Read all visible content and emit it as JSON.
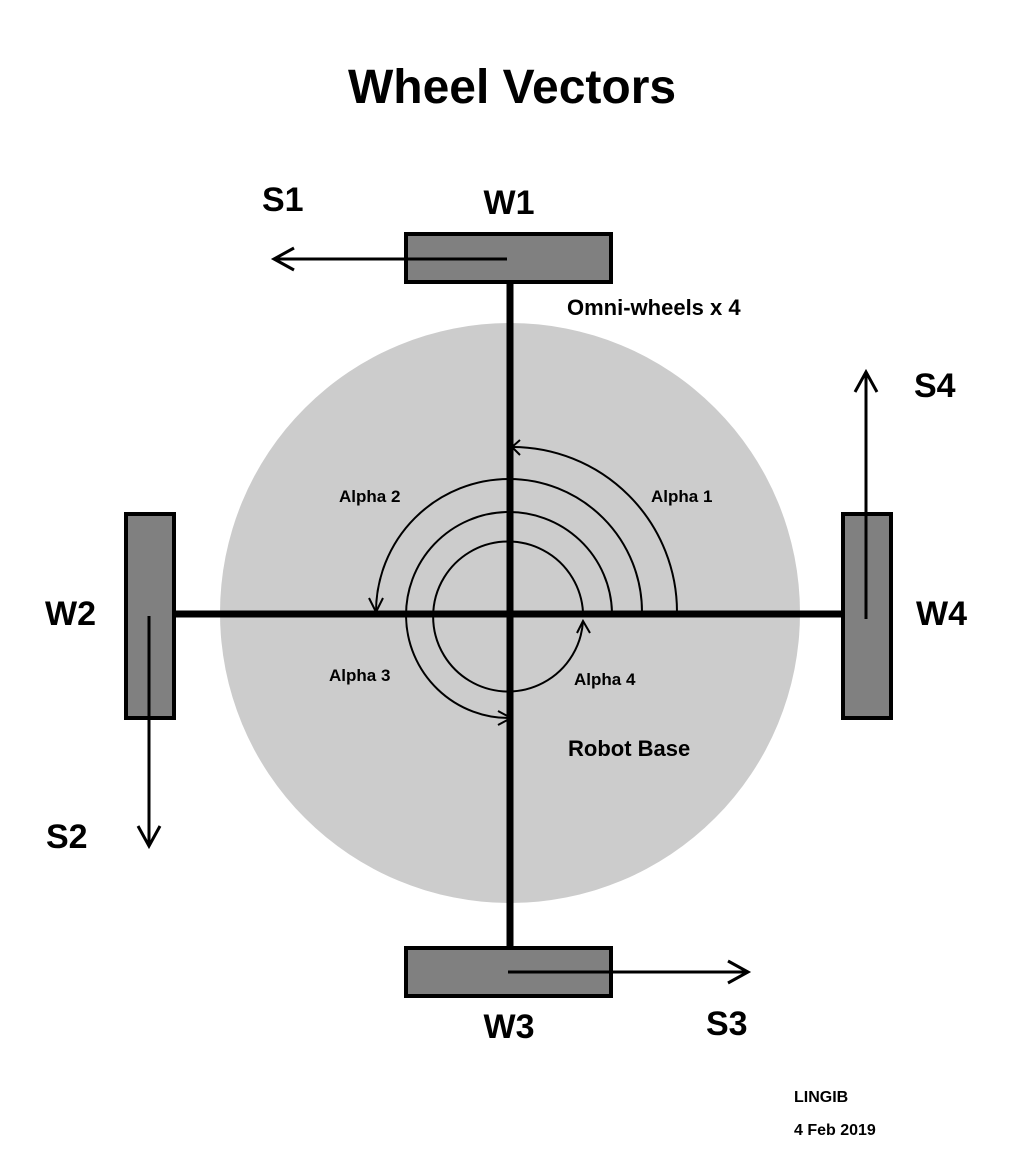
{
  "title": "Wheel Vectors",
  "colors": {
    "base_fill": "#cccccc",
    "wheel_fill": "#808080",
    "line": "#000000",
    "background": "#ffffff"
  },
  "wheels": [
    {
      "id": "W1",
      "label": "W1"
    },
    {
      "id": "W2",
      "label": "W2"
    },
    {
      "id": "W3",
      "label": "W3"
    },
    {
      "id": "W4",
      "label": "W4"
    }
  ],
  "vectors": [
    {
      "id": "S1",
      "label": "S1"
    },
    {
      "id": "S2",
      "label": "S2"
    },
    {
      "id": "S3",
      "label": "S3"
    },
    {
      "id": "S4",
      "label": "S4"
    }
  ],
  "angles": [
    {
      "id": "alpha1",
      "label": "Alpha 1"
    },
    {
      "id": "alpha2",
      "label": "Alpha 2"
    },
    {
      "id": "alpha3",
      "label": "Alpha 3"
    },
    {
      "id": "alpha4",
      "label": "Alpha 4"
    }
  ],
  "notes": {
    "omni_wheels": "Omni-wheels x 4",
    "robot_base": "Robot Base"
  },
  "credit": {
    "author": "LINGIB",
    "date": "4 Feb 2019"
  }
}
